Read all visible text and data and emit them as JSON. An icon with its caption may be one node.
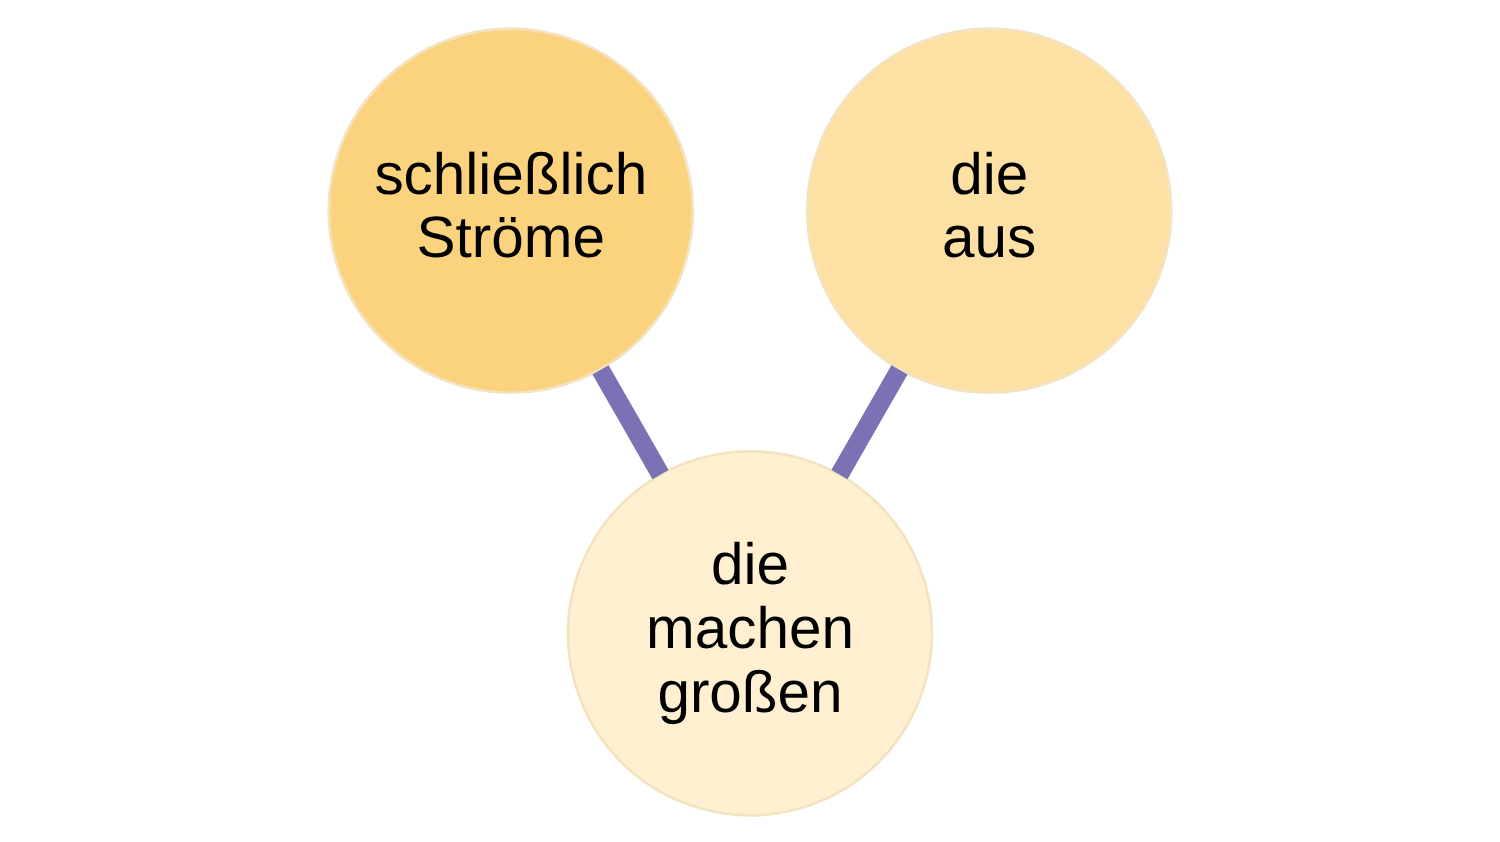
{
  "diagram": {
    "nodes": [
      {
        "text": [
          "schließlich Ströme"
        ]
      },
      {
        "text": [
          "die aus"
        ]
      },
      {
        "text": [
          "die machen großen"
        ]
      }
    ],
    "edges": [
      {
        "from": 0,
        "to": 2,
        "arrow": "none"
      },
      {
        "from": 1,
        "to": 2,
        "arrow": "none"
      }
    ]
  }
}
